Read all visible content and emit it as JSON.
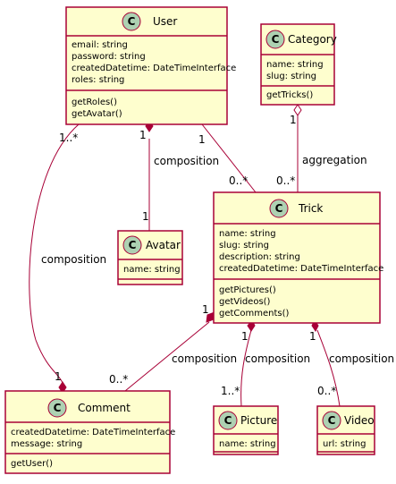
{
  "classes": {
    "user": {
      "letter": "C",
      "name": "User",
      "attributes": [
        "email: string",
        "password: string",
        "createdDatetime: DateTimeInterface",
        "roles: string"
      ],
      "methods": [
        "getRoles()",
        "getAvatar()"
      ]
    },
    "category": {
      "letter": "C",
      "name": "Category",
      "attributes": [
        "name: string",
        "slug: string"
      ],
      "methods": [
        "getTricks()"
      ]
    },
    "trick": {
      "letter": "C",
      "name": "Trick",
      "attributes": [
        "name: string",
        "slug: string",
        "description: string",
        "createdDatetime: DateTimeInterface"
      ],
      "methods": [
        "getPictures()",
        "getVideos()",
        "getComments()"
      ]
    },
    "avatar": {
      "letter": "C",
      "name": "Avatar",
      "attributes": [
        "name: string"
      ],
      "methods": []
    },
    "comment": {
      "letter": "C",
      "name": "Comment",
      "attributes": [
        "createdDatetime: DateTimeInterface",
        "message: string"
      ],
      "methods": [
        "getUser()"
      ]
    },
    "picture": {
      "letter": "C",
      "name": "Picture",
      "attributes": [
        "name: string"
      ],
      "methods": []
    },
    "video": {
      "letter": "C",
      "name": "Video",
      "attributes": [
        "url: string"
      ],
      "methods": []
    }
  },
  "relations": {
    "user_avatar": {
      "label": "composition",
      "source_mult": "1",
      "target_mult": "1"
    },
    "user_trick": {
      "label": "",
      "source_mult": "1",
      "target_mult": "0..*"
    },
    "user_comment": {
      "label": "composition",
      "source_mult": "1..*",
      "target_mult": "1"
    },
    "category_trick": {
      "label": "aggregation",
      "source_mult": "1",
      "target_mult": "0..*"
    },
    "trick_comment": {
      "label": "composition",
      "source_mult": "1",
      "target_mult": "0..*"
    },
    "trick_picture": {
      "label": "composition",
      "source_mult": "1",
      "target_mult": "1..*"
    },
    "trick_video": {
      "label": "composition",
      "source_mult": "1",
      "target_mult": "0..*"
    }
  },
  "colors": {
    "class_fill": "#FEFECE",
    "border": "#A80036",
    "class_icon": "#ADD1B2"
  }
}
